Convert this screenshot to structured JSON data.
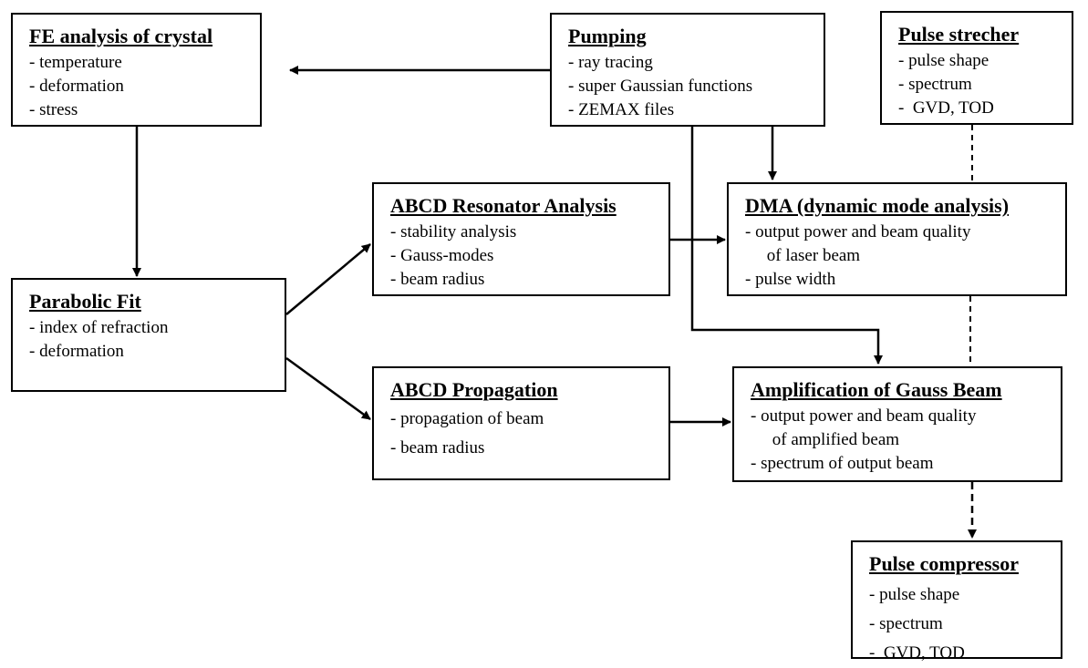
{
  "boxes": {
    "fe": {
      "title": "FE analysis of crystal",
      "items": [
        "- temperature",
        "- deformation",
        "- stress"
      ]
    },
    "pumping": {
      "title": "Pumping",
      "items": [
        "- ray tracing",
        "- super Gaussian functions",
        "- ZEMAX files"
      ]
    },
    "stretcher": {
      "title": "Pulse strecher",
      "items": [
        "- pulse shape",
        "- spectrum",
        "-  GVD, TOD"
      ]
    },
    "abcd_resonator": {
      "title": "ABCD Resonator Analysis",
      "items": [
        "- stability analysis",
        "- Gauss-modes",
        "- beam radius"
      ]
    },
    "dma": {
      "title": "DMA (dynamic mode analysis)",
      "items": [
        "- output power and beam quality",
        "     of laser beam",
        "- pulse width"
      ]
    },
    "parabolic": {
      "title": "Parabolic Fit",
      "items": [
        "- index of refraction",
        "- deformation"
      ]
    },
    "abcd_propagation": {
      "title": "ABCD Propagation",
      "items": [
        "- propagation of beam",
        "- beam radius"
      ]
    },
    "amplification": {
      "title": "Amplification of Gauss Beam",
      "items": [
        "- output power and beam quality",
        "     of amplified beam",
        "- spectrum of output beam"
      ]
    },
    "compressor": {
      "title": "Pulse compressor",
      "items": [
        "- pulse shape",
        "- spectrum",
        "-  GVD, TOD"
      ]
    }
  },
  "colors": {
    "line": "#000000",
    "background": "#ffffff"
  }
}
